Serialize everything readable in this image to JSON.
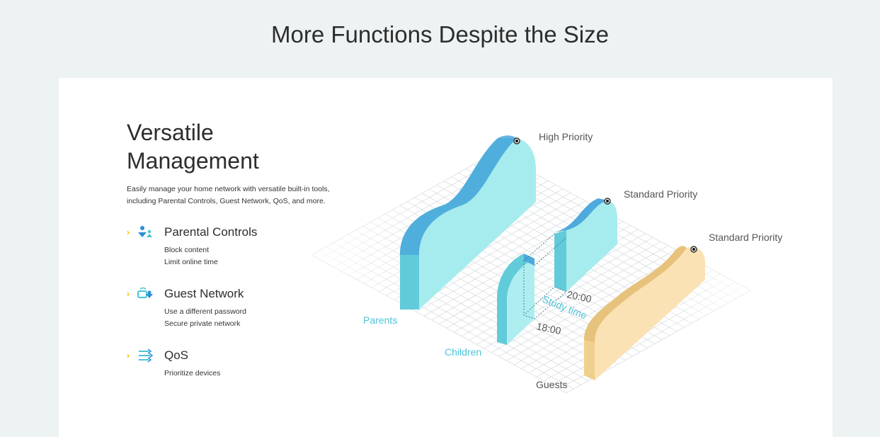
{
  "page_title": "More Functions Despite the Size",
  "section": {
    "heading": "Versatile Management",
    "description_line1": "Easily manage your home network with versatile built-in tools,",
    "description_line2": "including Parental Controls, Guest Network, QoS, and more.",
    "features": [
      {
        "icon": "parental-controls-icon",
        "name": "Parental Controls",
        "details": [
          "Block content",
          "Limit online time"
        ]
      },
      {
        "icon": "guest-network-icon",
        "name": "Guest Network",
        "details": [
          "Use a different password",
          "Secure private network"
        ]
      },
      {
        "icon": "qos-icon",
        "name": "QoS",
        "details": [
          "Prioritize devices"
        ]
      }
    ]
  },
  "illustration": {
    "groups": [
      "Parents",
      "Children",
      "Guests"
    ],
    "priorities": [
      "High Priority",
      "Standard Priority",
      "Standard Priority"
    ],
    "study_label": "Study time",
    "start_time": "18:00",
    "end_time": "20:00",
    "colors": {
      "cyan_face": "#a6ecee",
      "cyan_side": "#62cbd9",
      "cyan_top": "#4ea9dc",
      "tan_face": "#fbe2b4",
      "tan_side": "#f0d08c",
      "tan_top": "#e6c27c",
      "accent": "#4cc3d9",
      "arrow": "#f5c000"
    }
  }
}
